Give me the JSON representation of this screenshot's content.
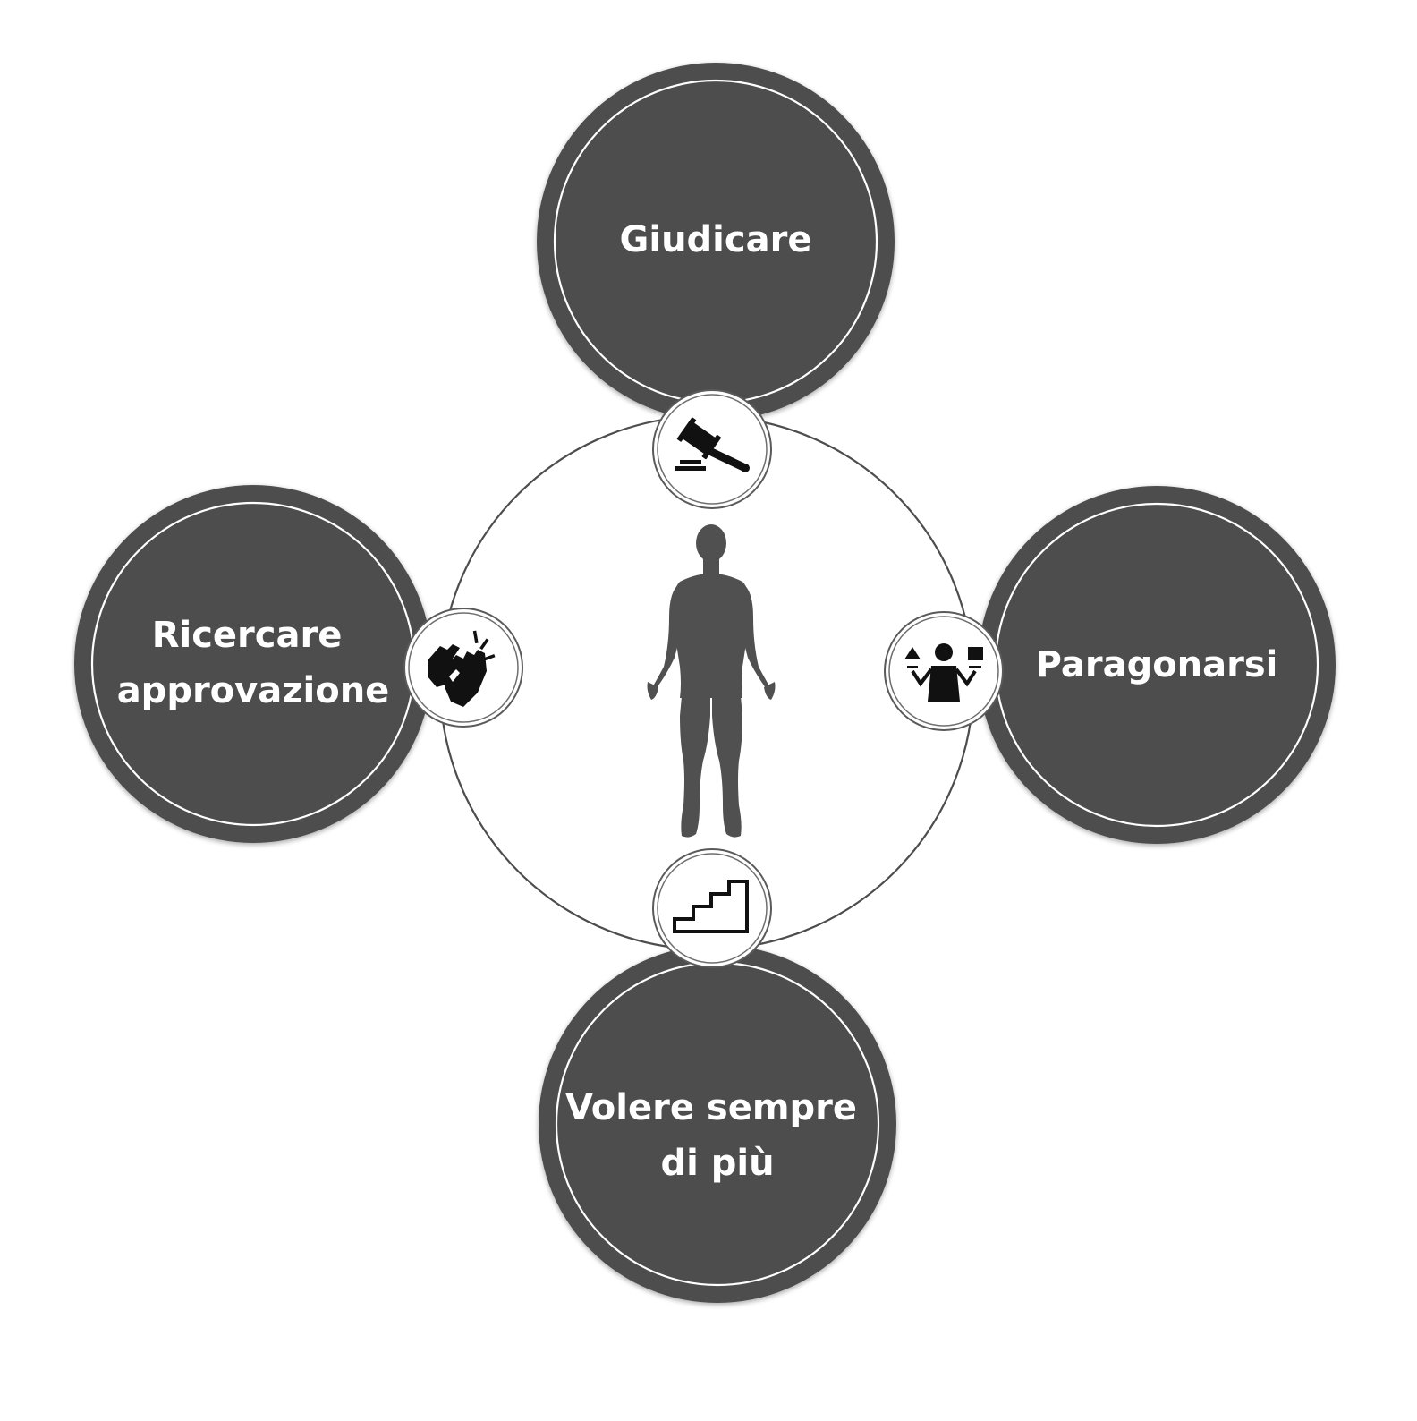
{
  "nodes": {
    "top": {
      "label_lines": [
        "Giudicare"
      ],
      "icon": "gavel-icon"
    },
    "right": {
      "label_lines": [
        "Paragonarsi"
      ],
      "icon": "compare-person-icon"
    },
    "bottom": {
      "label_lines": [
        "Volere sempre",
        "di più"
      ],
      "icon": "stairs-icon"
    },
    "left": {
      "label_lines": [
        "Ricercare",
        "approvazione"
      ],
      "icon": "clapping-hands-icon"
    }
  },
  "center": {
    "icon": "human-silhouette-icon"
  },
  "colors": {
    "circle_fill": "#4d4d4d",
    "text": "#ffffff",
    "connector": "#4d4d4d",
    "icon": "#111111"
  }
}
